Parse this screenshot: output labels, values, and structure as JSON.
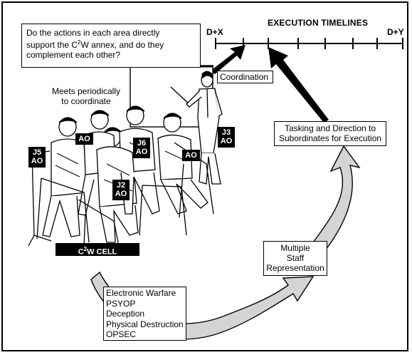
{
  "question": {
    "line1": "Do the actions in each area directly",
    "line2_pre": "support the C",
    "line2_sup": "2",
    "line2_post": "W annex, and do they",
    "line3": "complement each other?"
  },
  "timeline": {
    "title": "EXECUTION TIMELINES",
    "start_label": "D+X",
    "end_label": "D+Y"
  },
  "coordination_label": "Coordination",
  "meets_text": {
    "line1": "Meets periodically",
    "line2": "to coordinate"
  },
  "tasking_text": {
    "line1": "Tasking and Direction to",
    "line2": "Subordinates for Execution"
  },
  "multiple_staff": {
    "line1": "Multiple",
    "line2": "Staff",
    "line3": "Representation"
  },
  "effects_list": [
    "Electronic Warfare",
    "PSYOP",
    "Deception",
    "Physical Destruction",
    "OPSEC"
  ],
  "tags": {
    "ao1": "AO",
    "j5_line1": "J5",
    "j5_line2": "AO",
    "j6_line1": "J6",
    "j6_line2": "AO",
    "j2_line1": "J2",
    "j2_line2": "AO",
    "ao2": "AO",
    "j3_line1": "J3",
    "j3_line2": "AO"
  },
  "cell_label": {
    "pre": "C",
    "sup": "2",
    "post": "W CELL"
  },
  "colors": {
    "cycle_arrow_fill": "#d4d4d4",
    "outline": "#000000",
    "tag_fill": "#000000",
    "tag_text": "#ffffff"
  }
}
